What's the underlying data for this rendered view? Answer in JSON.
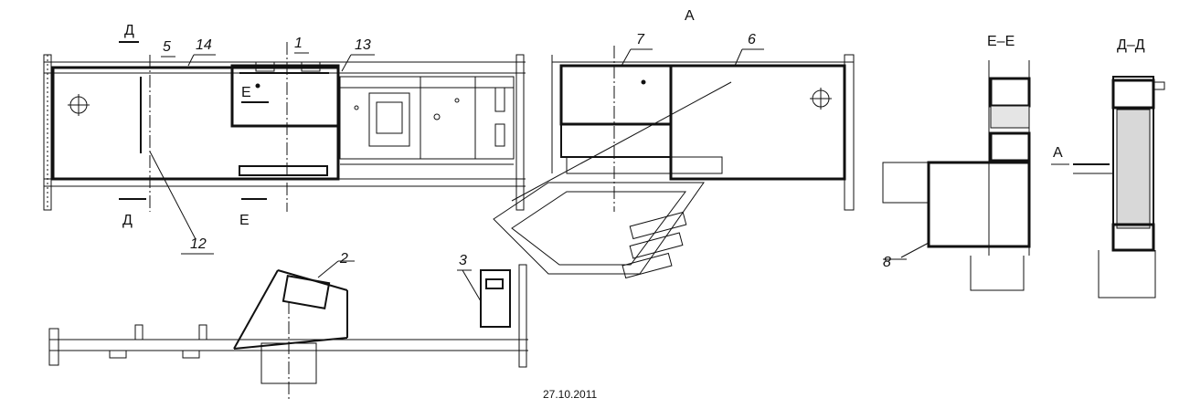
{
  "view_title": "А",
  "section_labels": {
    "ee": "Е–Е",
    "dd": "Д–Д"
  },
  "cut_marks": {
    "d_top": "Д",
    "d_bottom": "Д",
    "e_side": "Е",
    "e_bottom": "Е",
    "a_arrow": "А"
  },
  "callouts": [
    "1",
    "2",
    "3",
    "5",
    "6",
    "7",
    "8",
    "12",
    "13",
    "14"
  ],
  "date": "27.10.2011"
}
